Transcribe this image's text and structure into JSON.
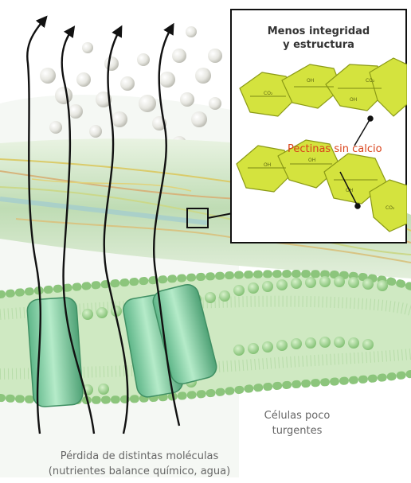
{
  "inset": {
    "title_line1": "Menos integridad",
    "title_line2": "y estructura",
    "pectin_label": "Pectinas sin calcio"
  },
  "cells": {
    "label_line1": "Células poco",
    "label_line2": "turgentes"
  },
  "caption": {
    "line1": "Pérdida de distintas moléculas",
    "line2": "(nutrientes balance químico, agua)"
  },
  "colors": {
    "membrane": "#9fd39c",
    "channel": "#7fcf9f",
    "wall": "#cfe6c3",
    "pectin": "#d9e84a",
    "pectin_label": "#d9421a"
  }
}
